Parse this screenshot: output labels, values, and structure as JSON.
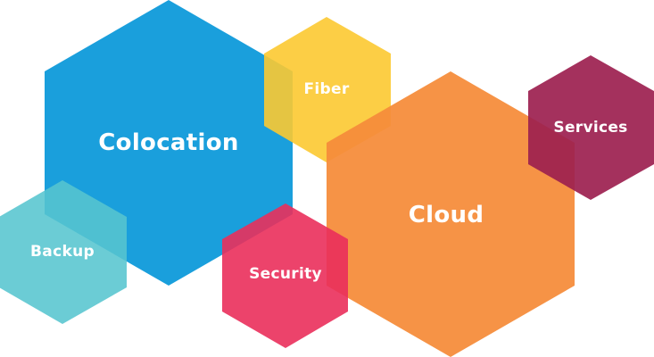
{
  "hexagons": {
    "colocation": {
      "label": "Colocation",
      "color": "#1a9fdc"
    },
    "fiber": {
      "label": "Fiber",
      "color": "#fcc931"
    },
    "cloud": {
      "label": "Cloud",
      "color": "#f58c3a"
    },
    "services": {
      "label": "Services",
      "color": "#9c1f4f"
    },
    "backup": {
      "label": "Backup",
      "color": "#56c5cf"
    },
    "security": {
      "label": "Security",
      "color": "#ea2f5b"
    }
  }
}
